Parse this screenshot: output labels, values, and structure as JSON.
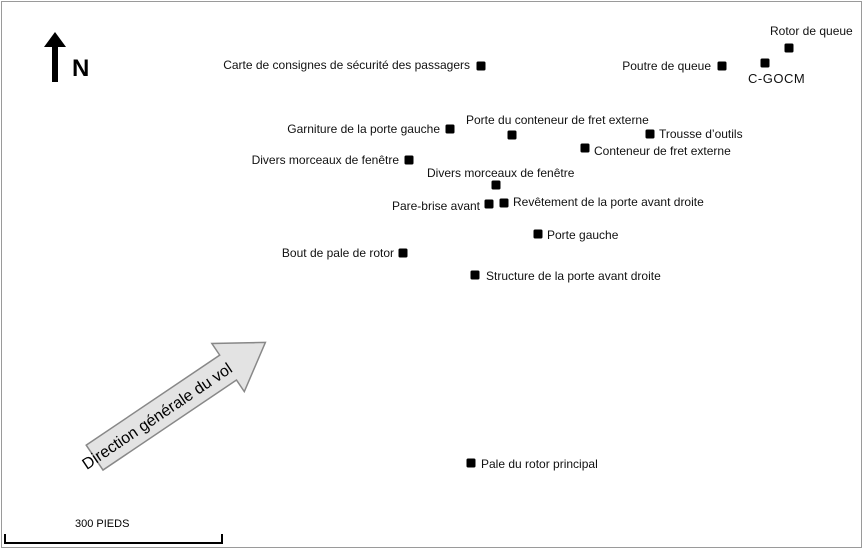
{
  "north": {
    "label": "N"
  },
  "scale": {
    "label": "300 PIEDS"
  },
  "flight_direction": {
    "label": "Direction générale du vol"
  },
  "items": [
    {
      "label": "Carte de consignes de sécurité des passagers"
    },
    {
      "label": "Poutre de queue"
    },
    {
      "label": "Rotor de queue"
    },
    {
      "label": "C-GOCM"
    },
    {
      "label": "Garniture de la porte gauche"
    },
    {
      "label": "Porte du conteneur de fret externe"
    },
    {
      "label": "Trousse d’outils"
    },
    {
      "label": "Conteneur de fret externe"
    },
    {
      "label": "Divers morceaux de fenêtre"
    },
    {
      "label": "Divers morceaux de fenêtre"
    },
    {
      "label": "Pare-brise avant"
    },
    {
      "label": "Revêtement de la porte avant droite"
    },
    {
      "label": "Porte gauche"
    },
    {
      "label": "Bout de pale de rotor"
    },
    {
      "label": "Structure de la porte avant droite"
    },
    {
      "label": "Pale du rotor principal"
    }
  ]
}
